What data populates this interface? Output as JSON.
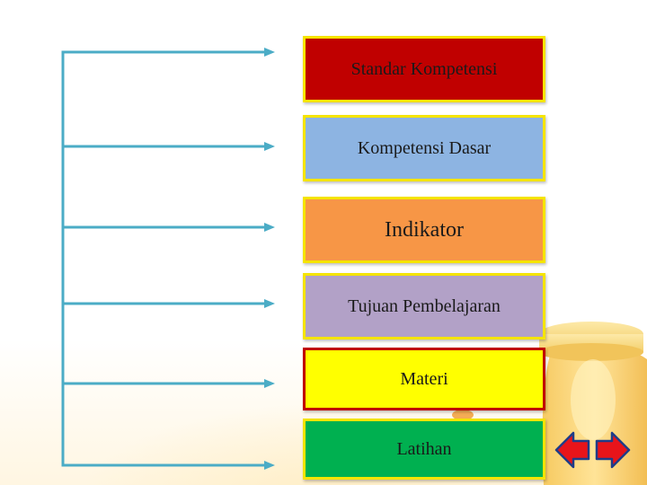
{
  "menu": {
    "items": [
      {
        "key": "standar-kompetensi",
        "label": "Standar Kompetensi",
        "color": "#c00000"
      },
      {
        "key": "kompetensi-dasar",
        "label": "Kompetensi Dasar",
        "color": "#8db4e2"
      },
      {
        "key": "indikator",
        "label": "Indikator",
        "color": "#f79646"
      },
      {
        "key": "tujuan-pembelajaran",
        "label": "Tujuan Pembelajaran",
        "color": "#b2a1c7"
      },
      {
        "key": "materi",
        "label": "Materi",
        "color": "#ffff00"
      },
      {
        "key": "latihan",
        "label": "Latihan",
        "color": "#00b050"
      }
    ],
    "border_color": "#f5e400",
    "connector_color": "#4bacc6"
  },
  "navigation": {
    "prev_icon": "arrow-left-icon",
    "next_icon": "arrow-right-icon",
    "arrow_color": "#e8141a"
  },
  "decoration": {
    "image": "honey-jar-picture"
  }
}
